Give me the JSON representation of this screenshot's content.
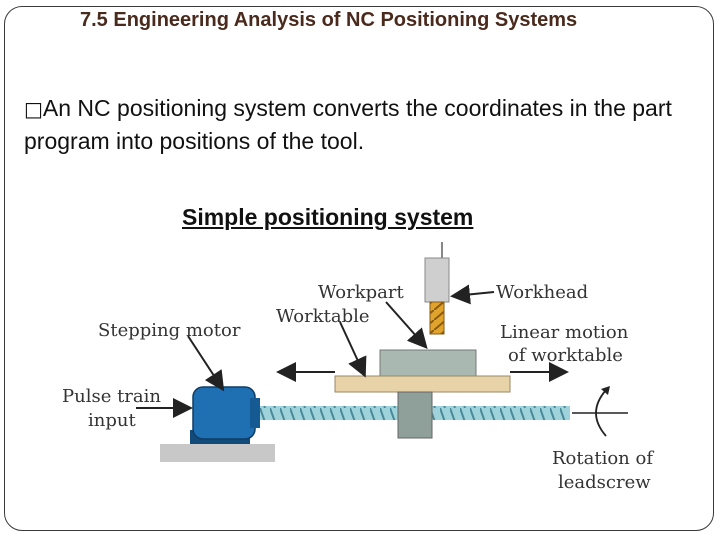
{
  "slide": {
    "title": "7.5 Engineering Analysis of NC Positioning Systems",
    "bullet_mark": "□",
    "bullet_text": "An NC positioning system converts the coordinates in the part program into positions of the tool.",
    "subtitle": "Simple positioning system"
  },
  "diagram": {
    "labels": {
      "workpart": "Workpart",
      "worktable": "Worktable",
      "workhead": "Workhead",
      "stepping_motor": "Stepping motor",
      "linear_motion_1": "Linear motion",
      "linear_motion_2": "of worktable",
      "pulse_train_1": "Pulse train",
      "pulse_train_2": "input",
      "rotation_1": "Rotation of",
      "rotation_2": "leadscrew"
    },
    "colors": {
      "motor": "#1f6fb3",
      "leadscrew": "#9fd3dc",
      "worktable": "#e8d3a8",
      "workpart": "#aab8b2",
      "tool": "#e0a32c",
      "base": "#c8c8c8"
    }
  }
}
